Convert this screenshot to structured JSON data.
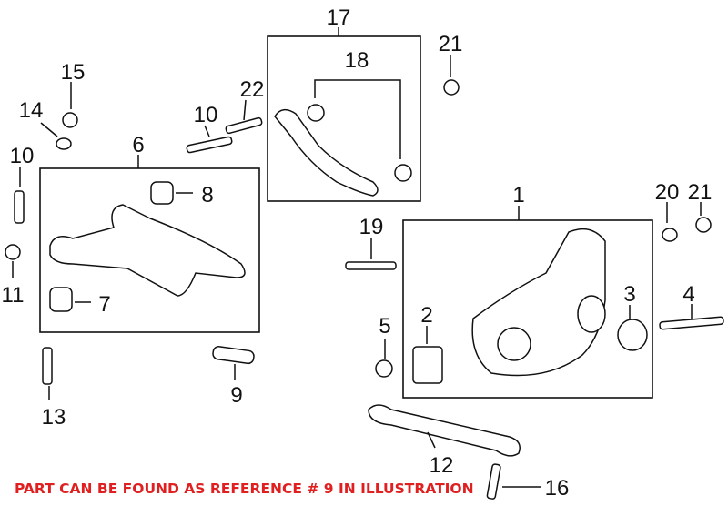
{
  "labels": {
    "l1": "1",
    "l2": "2",
    "l3": "3",
    "l4": "4",
    "l5": "5",
    "l6": "6",
    "l7": "7",
    "l8": "8",
    "l9": "9",
    "l10a": "10",
    "l10b": "10",
    "l11": "11",
    "l12": "12",
    "l13": "13",
    "l14": "14",
    "l15": "15",
    "l16": "16",
    "l17": "17",
    "l18": "18",
    "l19": "19",
    "l20": "20",
    "l21a": "21",
    "l21b": "21",
    "l22": "22"
  },
  "note": "PART CAN BE FOUND AS REFERENCE # 9 IN ILLUSTRATION",
  "note_color": "#e02020"
}
